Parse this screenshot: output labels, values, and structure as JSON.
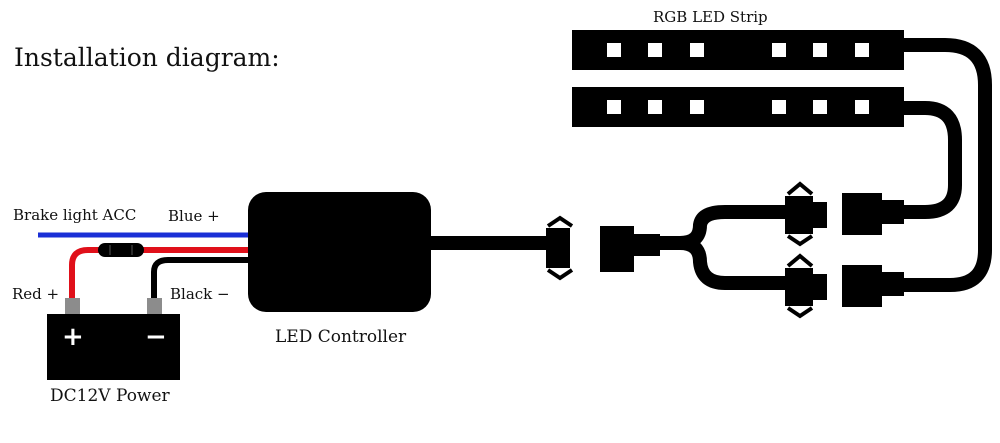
{
  "title": "Installation diagram:",
  "labels": {
    "strip": "RGB LED Strip",
    "brake": "Brake light ACC",
    "blue": "Blue +",
    "red": "Red +",
    "black": "Black −",
    "controller": "LED Controller",
    "power": "DC12V  Power"
  },
  "battery": {
    "plus": "+",
    "minus": "−"
  },
  "colors": {
    "blue_wire": "#1a2fd6",
    "red_wire": "#e0101a",
    "black_wire": "#000000",
    "terminal": "#8c8c8c",
    "led_chip": "#ffffff"
  }
}
